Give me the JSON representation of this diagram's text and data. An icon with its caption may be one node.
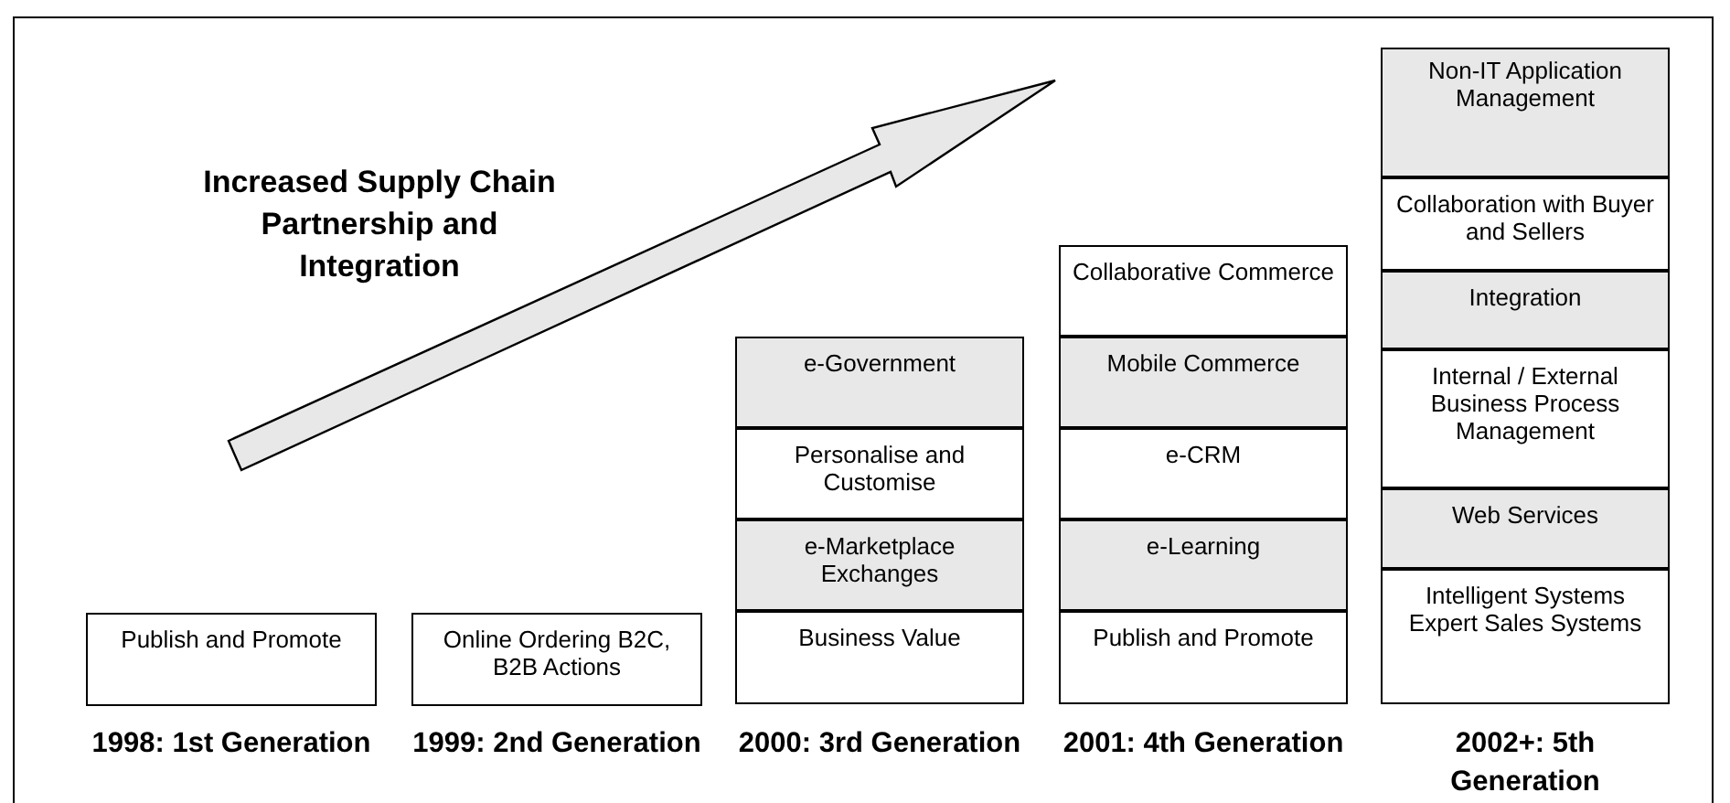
{
  "diagram": {
    "nodes": [
      {
        "text": [
          "Publish and Promote"
        ]
      },
      {
        "text": [
          "Online Ordering B2C, B2B Actions"
        ]
      },
      {
        "text": [
          "e-Government"
        ]
      },
      {
        "text": [
          "Personalise and Customise"
        ]
      },
      {
        "text": [
          "e-Marketplace Exchanges"
        ]
      },
      {
        "text": [
          "Business Value"
        ]
      },
      {
        "text": [
          "Collaborative Commerce"
        ]
      },
      {
        "text": [
          "Mobile Commerce"
        ]
      },
      {
        "text": [
          "e-CRM"
        ]
      },
      {
        "text": [
          "e-Learning"
        ]
      },
      {
        "text": [
          "Publish and Promote"
        ]
      },
      {
        "text": [
          "Non-IT Application Management"
        ]
      },
      {
        "text": [
          "Collaboration with Buyer and Sellers"
        ]
      },
      {
        "text": [
          "Integration"
        ]
      },
      {
        "text": [
          "Internal / External Business Process Management"
        ]
      },
      {
        "text": [
          "Web Services"
        ]
      },
      {
        "text": [
          "Intelligent Systems Expert Sales Systems"
        ]
      }
    ],
    "edges": [],
    "labels": [
      "Increased Supply Chain Partnership and Integration",
      "1998: 1st Generation",
      "1999: 2nd Generation",
      "2000: 3rd Generation",
      "2001: 4th Generation",
      "2002+: 5th Generation"
    ]
  }
}
